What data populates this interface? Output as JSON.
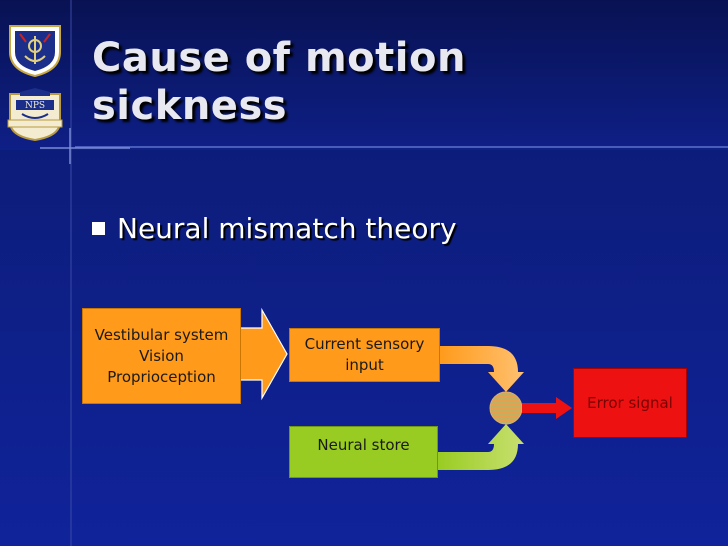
{
  "slide": {
    "title_line1": "Cause of motion",
    "title_line2": "sickness",
    "bullet": "Neural mismatch theory"
  },
  "logos": [
    {
      "icon": "academy-crest-icon"
    },
    {
      "icon": "nps-seal-icon",
      "text": "NPS"
    }
  ],
  "diagram": {
    "inputs_box": [
      "Vestibular system",
      "Vision",
      "Proprioception"
    ],
    "current_sensory": [
      "Current sensory",
      "input"
    ],
    "neural_store": "Neural store",
    "error_signal": "Error signal"
  },
  "colors": {
    "background": "#10239a",
    "orange": "#ff9a1a",
    "green": "#99cc22",
    "red": "#ee1111"
  }
}
